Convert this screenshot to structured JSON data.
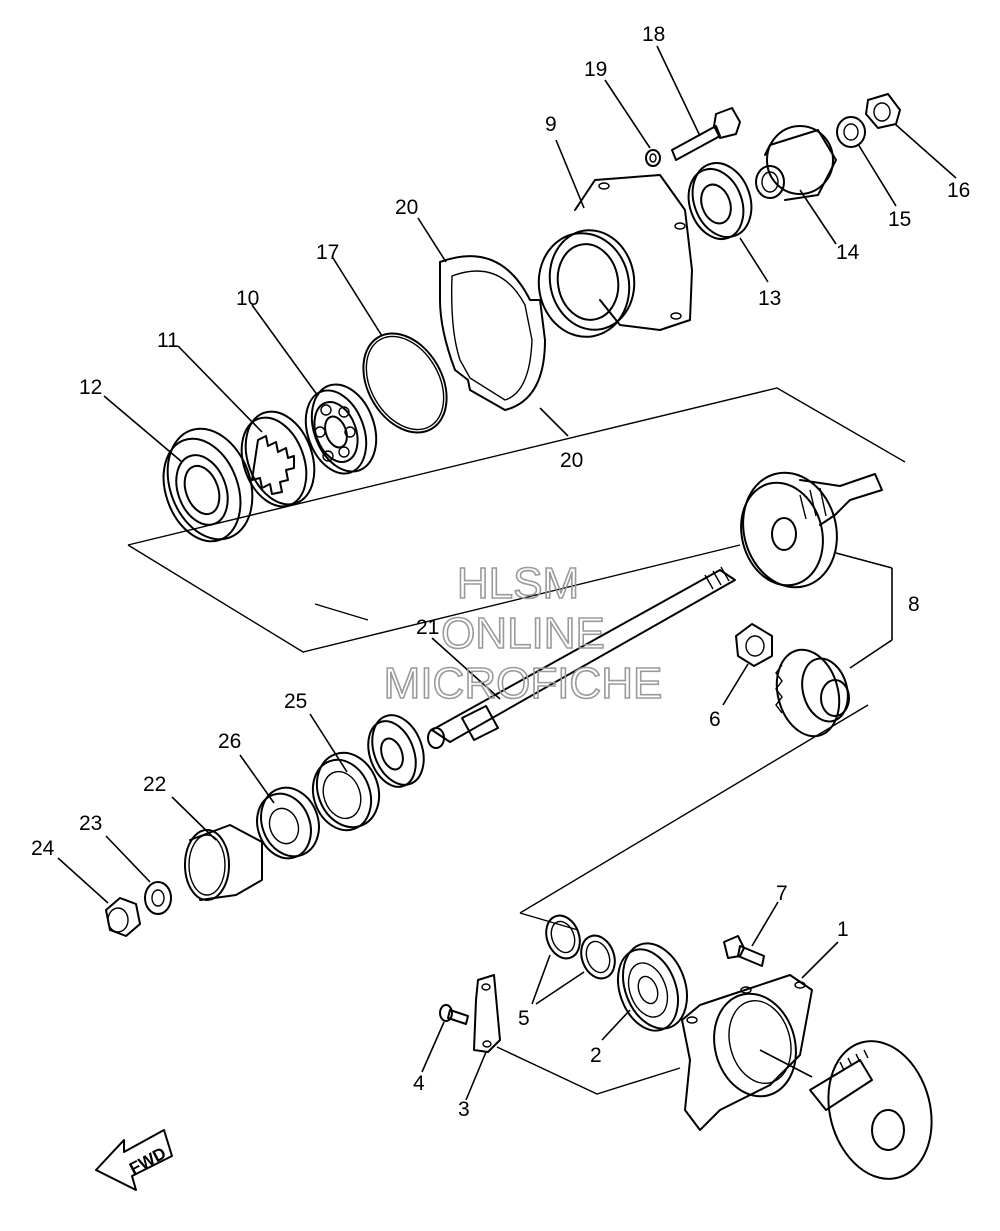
{
  "watermark": {
    "line1": "HLSM",
    "line2": "ONLINE",
    "line3": "MICROFICHE"
  },
  "fwd_label": "FWD",
  "callouts": [
    {
      "id": "c1",
      "text": "1"
    },
    {
      "id": "c2",
      "text": "2"
    },
    {
      "id": "c3",
      "text": "3"
    },
    {
      "id": "c4",
      "text": "4"
    },
    {
      "id": "c5",
      "text": "5"
    },
    {
      "id": "c6",
      "text": "6"
    },
    {
      "id": "c7",
      "text": "7"
    },
    {
      "id": "c8",
      "text": "8"
    },
    {
      "id": "c9",
      "text": "9"
    },
    {
      "id": "c10",
      "text": "10"
    },
    {
      "id": "c11",
      "text": "11"
    },
    {
      "id": "c12",
      "text": "12"
    },
    {
      "id": "c13",
      "text": "13"
    },
    {
      "id": "c14",
      "text": "14"
    },
    {
      "id": "c15",
      "text": "15"
    },
    {
      "id": "c16",
      "text": "16"
    },
    {
      "id": "c17",
      "text": "17"
    },
    {
      "id": "c18",
      "text": "18"
    },
    {
      "id": "c19",
      "text": "19"
    },
    {
      "id": "c20a",
      "text": "20"
    },
    {
      "id": "c20b",
      "text": "20"
    },
    {
      "id": "c21",
      "text": "21"
    },
    {
      "id": "c22",
      "text": "22"
    },
    {
      "id": "c23",
      "text": "23"
    },
    {
      "id": "c24",
      "text": "24"
    },
    {
      "id": "c25",
      "text": "25"
    },
    {
      "id": "c26",
      "text": "26"
    }
  ]
}
